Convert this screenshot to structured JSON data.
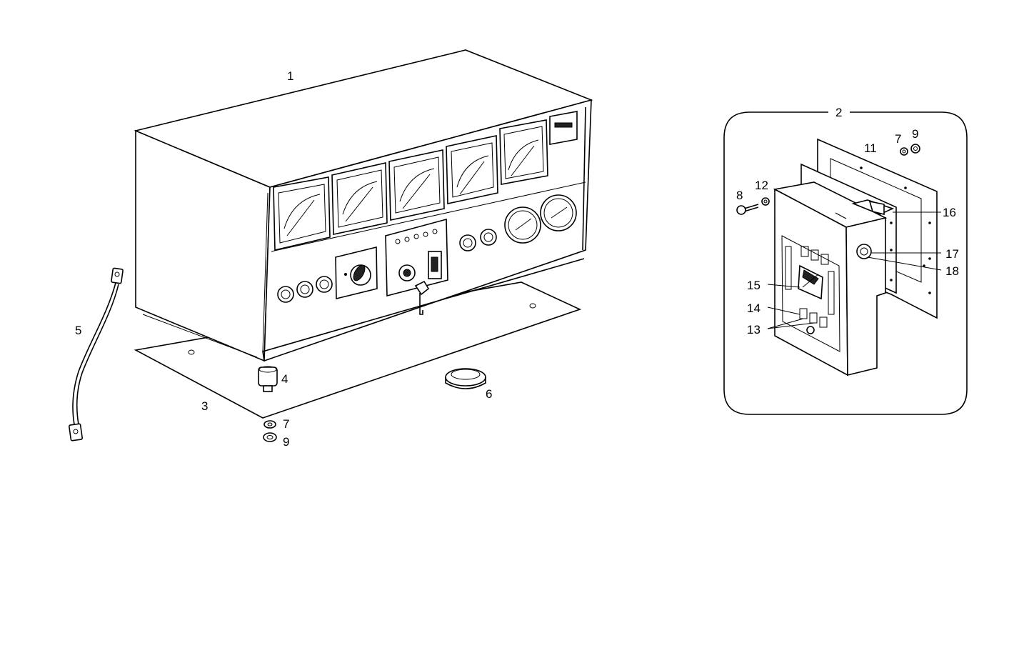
{
  "diagram": {
    "callouts": {
      "c1": "1",
      "c2": "2",
      "c3": "3",
      "c4": "4",
      "c5": "5",
      "c6": "6",
      "c7a": "7",
      "c9a": "9",
      "c7b": "7",
      "c9b": "9",
      "c8": "8",
      "c11": "11",
      "c12": "12",
      "c13": "13",
      "c14": "14",
      "c15": "15",
      "c16": "16",
      "c17": "17",
      "c18": "18"
    }
  }
}
